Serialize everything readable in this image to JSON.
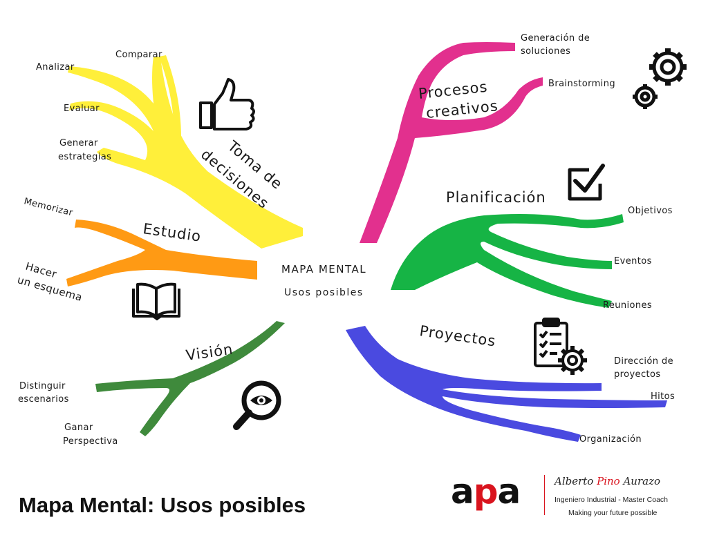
{
  "center": {
    "line1": "MAPA MENTAL",
    "line2": "Usos posibles"
  },
  "branches": {
    "toma": {
      "title_lines": [
        "Toma de",
        "decisiones"
      ],
      "color": "#ffef3a",
      "leaves": [
        "Comparar",
        "Analizar",
        "Evaluar",
        "Generar",
        "estrategias"
      ],
      "icon": "thumbs-up-icon"
    },
    "estudio": {
      "title": "Estudio",
      "color": "#ff9a14",
      "leaves": [
        "Memorizar",
        "Hacer",
        "un esquema"
      ],
      "icon": "open-book-icon"
    },
    "vision": {
      "title": "Visión",
      "color": "#3f8a3c",
      "leaves": [
        "Distinguir",
        "escenarios",
        "Ganar",
        "Perspectiva"
      ],
      "icon": "magnifier-eye-icon"
    },
    "procesos": {
      "title_lines": [
        "Procesos",
        "creativos"
      ],
      "color": "#e2308e",
      "leaves": [
        "Generación de",
        "soluciones",
        "Brainstorming"
      ],
      "icon": "gears-icon"
    },
    "planificacion": {
      "title": "Planificación",
      "color": "#16b445",
      "leaves": [
        "Objetivos",
        "Eventos",
        "Reuniones"
      ],
      "icon": "checkbox-icon"
    },
    "proyectos": {
      "title": "Proyectos",
      "color": "#4a4ae0",
      "leaves": [
        "Dirección de",
        "proyectos",
        "Hitos",
        "Organización"
      ],
      "icon": "clipboard-gear-icon"
    }
  },
  "footer": {
    "title": "Mapa Mental: Usos posibles"
  },
  "brand": {
    "logo_text_black1": "a",
    "logo_text_red": "p",
    "logo_text_black2": "a",
    "name_part1": "Alberto ",
    "name_part2": "Pino",
    "name_part3": " Aurazo",
    "subtitle": "Ingeniero Industrial - Master Coach",
    "slogan": "Making your future possible",
    "accent_color": "#d9141e"
  }
}
